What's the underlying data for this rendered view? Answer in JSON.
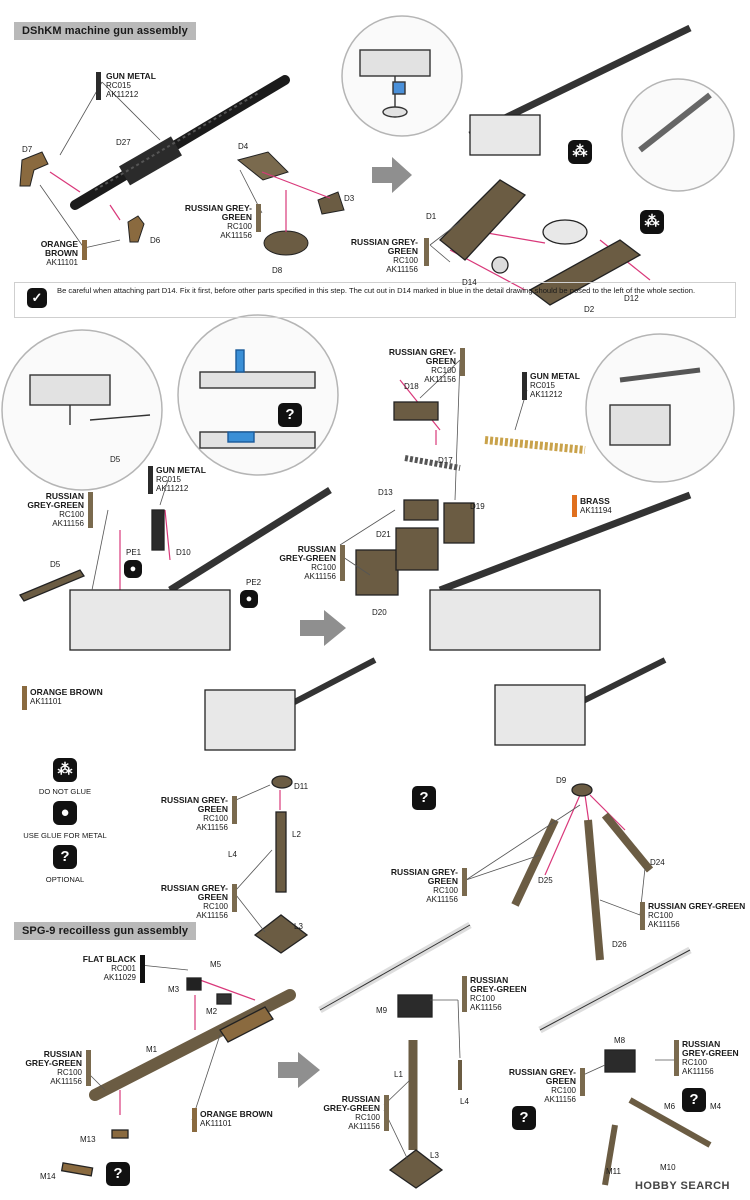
{
  "sections": {
    "dshkm_title": "DShKM machine gun assembly",
    "spg9_title": "SPG-9 recoilless gun assembly"
  },
  "note": {
    "icon": "check-icon",
    "text": "Be careful when attaching part D14. Fix it first, before other parts specified in this step. The cut out in D14 marked in blue in the detail drawing should be posed to the left of the whole section."
  },
  "legend": {
    "do_not_glue": "DO NOT GLUE",
    "use_glue_metal": "USE GLUE FOR METAL",
    "optional": "OPTIONAL",
    "optional_symbol": "?"
  },
  "colors": {
    "gun_metal": "#2b2b2b",
    "russian_grey_green": "#7a6a4e",
    "orange_brown": "#8a6a3f",
    "brass": "#e0701e",
    "flat_black": "#111111"
  },
  "paints": {
    "gun_metal_name": "GUN METAL",
    "gun_metal_rc": "RC015",
    "gun_metal_ak": "AK11212",
    "rgg_name": "RUSSIAN GREY-GREEN",
    "rgg_name_1": "RUSSIAN",
    "rgg_name_2": "GREY-GREEN",
    "rgg_rc": "RC100",
    "rgg_ak": "AK11156",
    "orange_brown_name": "ORANGE BROWN",
    "orange_brown_ak": "AK11101",
    "brass_name": "BRASS",
    "brass_ak": "AK11194",
    "flat_black_name": "FLAT BLACK",
    "flat_black_rc": "RC001",
    "flat_black_ak": "AK11029"
  },
  "parts": {
    "D1": "D1",
    "D2": "D2",
    "D3": "D3",
    "D4": "D4",
    "D5": "D5",
    "D6": "D6",
    "D7": "D7",
    "D8": "D8",
    "D9": "D9",
    "D10": "D10",
    "D11": "D11",
    "D12": "D12",
    "D13": "D13",
    "D14": "D14",
    "D17": "D17",
    "D18": "D18",
    "D19": "D19",
    "D20": "D20",
    "D21": "D21",
    "D24": "D24",
    "D25": "D25",
    "D26": "D26",
    "D27": "D27",
    "PE1": "PE1",
    "PE2": "PE2",
    "L1": "L1",
    "L2": "L2",
    "L3": "L3",
    "L4": "L4",
    "M1": "M1",
    "M2": "M2",
    "M3": "M3",
    "M4": "M4",
    "M5": "M5",
    "M6": "M6",
    "M8": "M8",
    "M9": "M9",
    "M10": "M10",
    "M11": "M11",
    "M13": "M13",
    "M14": "M14"
  },
  "watermark": "HOBBY SEARCH"
}
